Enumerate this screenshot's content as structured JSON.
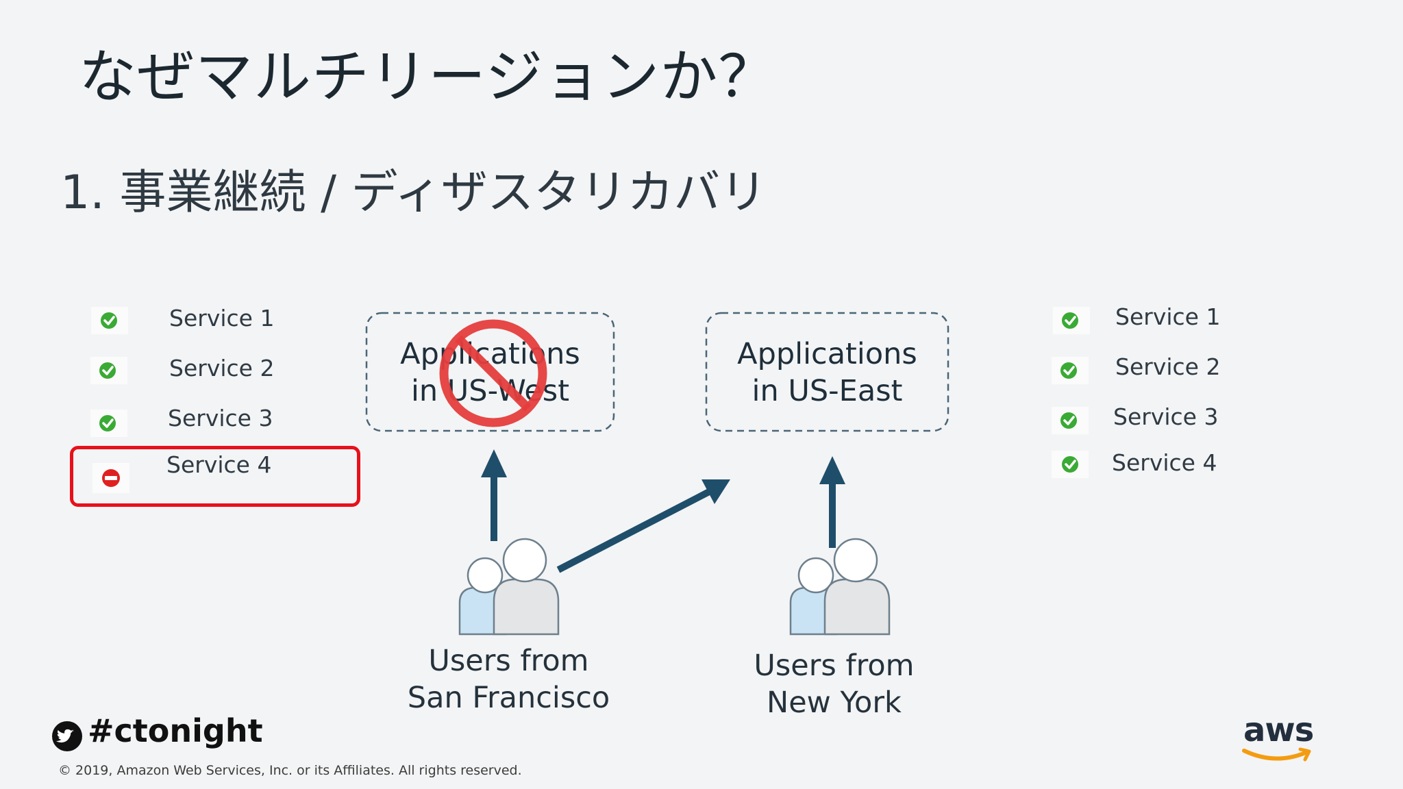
{
  "slide": {
    "title": "なぜマルチリージョンか？",
    "subtitle": "1. 事業継続 / ディザスタリカバリ"
  },
  "west_services": [
    {
      "label": "Service 1",
      "status": "ok"
    },
    {
      "label": "Service 2",
      "status": "ok"
    },
    {
      "label": "Service 3",
      "status": "ok"
    },
    {
      "label": "Service 4",
      "status": "down"
    }
  ],
  "east_services": [
    {
      "label": "Service 1",
      "status": "ok"
    },
    {
      "label": "Service 2",
      "status": "ok"
    },
    {
      "label": "Service 3",
      "status": "ok"
    },
    {
      "label": "Service 4",
      "status": "ok"
    }
  ],
  "regions": {
    "west": {
      "line1": "Applications",
      "line2": "in US-West",
      "status": "unavailable"
    },
    "east": {
      "line1": "Applications",
      "line2": "in US-East",
      "status": "available"
    }
  },
  "user_groups": {
    "sf": {
      "line1": "Users from",
      "line2": "San Francisco"
    },
    "ny": {
      "line1": "Users from",
      "line2": "New York"
    }
  },
  "footer": {
    "hashtag": "#ctonight",
    "copyright": "© 2019, Amazon Web Services, Inc. or its Affiliates. All rights reserved.",
    "logo": "aws"
  },
  "colors": {
    "ok": "#3aaa35",
    "down": "#e02020",
    "highlight": "#e8101a",
    "arrow": "#1f4e6a",
    "dashed": "#4a6577"
  },
  "icons": [
    "check-circle-icon",
    "no-entry-icon",
    "prohibited-icon",
    "users-icon",
    "twitter-icon",
    "aws-smile-icon"
  ]
}
